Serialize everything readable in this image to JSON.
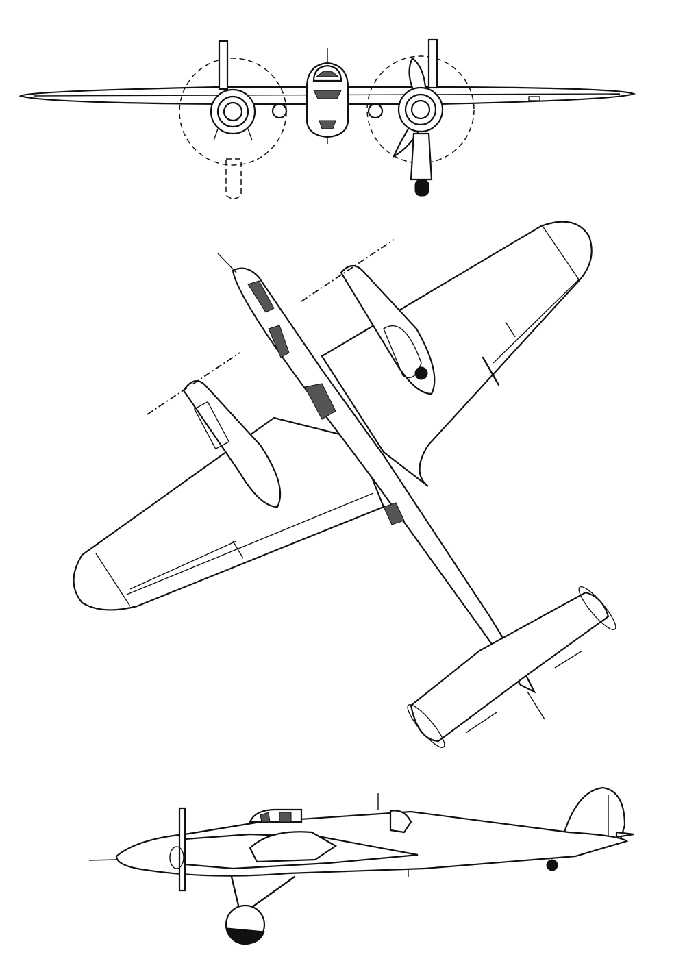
{
  "figure": {
    "views": [
      "front-view",
      "top-view",
      "side-view"
    ],
    "colors": {
      "ink": "#111111",
      "paper": "#ffffff"
    }
  }
}
